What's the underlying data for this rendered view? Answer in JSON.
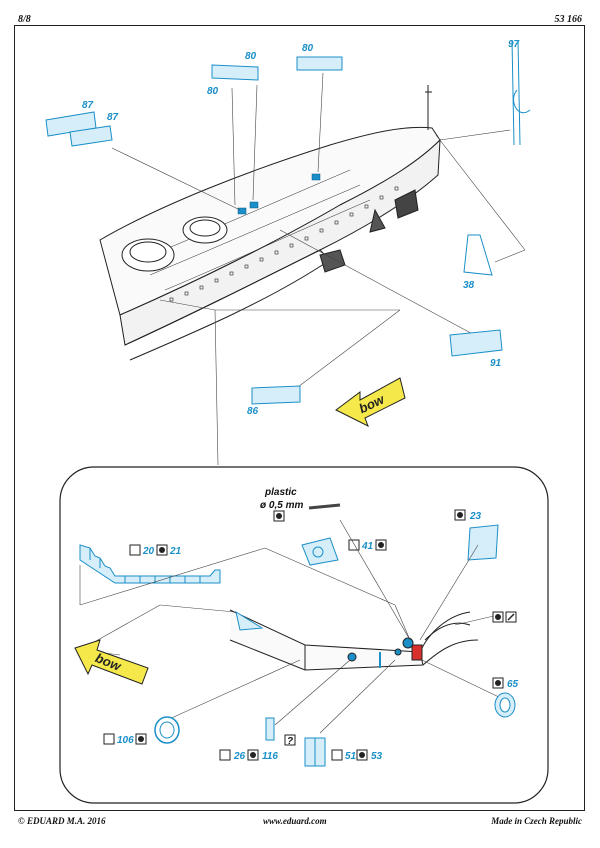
{
  "header": {
    "page": "8/8",
    "kit_number": "53 166"
  },
  "footer": {
    "copyright": "© EDUARD  M.A. 2016",
    "website": "www.eduard.com",
    "origin": "Made in Czech Republic"
  },
  "colors": {
    "etch_blue": "#1a8fc8",
    "part_fill": "#d6eefa",
    "bow_arrow": "#f4e84a",
    "highlight_red": "#d8302c",
    "outline": "#222222"
  },
  "top_view": {
    "parts": {
      "p80a": "80",
      "p80b": "80",
      "p80c": "80",
      "p87a": "87",
      "p87b": "87",
      "p97": "97",
      "p38": "38",
      "p91": "91",
      "p86": "86"
    },
    "bow_label": "bow"
  },
  "detail_view": {
    "plastic_label": "plastic",
    "diameter_label": "ø 0,5 mm",
    "parts": {
      "p20": "20",
      "p21": "21",
      "p41": "41",
      "p23": "23",
      "p65": "65",
      "p106": "106",
      "p26": "26",
      "p116": "116",
      "p51": "51",
      "p53": "53"
    },
    "unknown_mark": "?",
    "bow_label": "bow"
  }
}
